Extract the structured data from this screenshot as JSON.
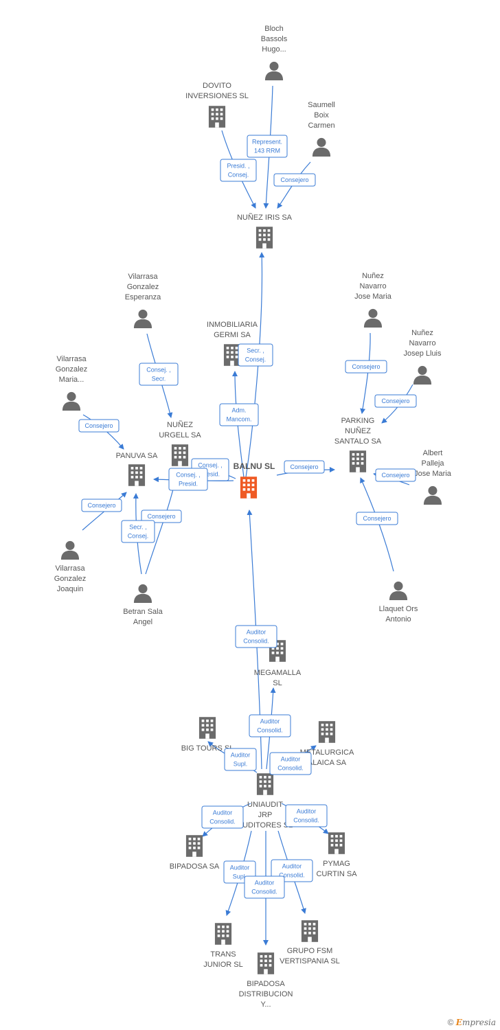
{
  "colors": {
    "node": "#6b6b6b",
    "main": "#ef5a24",
    "edge": "#3a7bd5"
  },
  "nodes": [
    {
      "id": "bloch",
      "label": [
        "Bloch",
        "Bassols",
        "Hugo..."
      ],
      "type": "person"
    },
    {
      "id": "dovito",
      "label": [
        "DOVITO",
        "INVERSIONES SL"
      ],
      "type": "company"
    },
    {
      "id": "saumell",
      "label": [
        "Saumell",
        "Boix",
        "Carmen"
      ],
      "type": "person"
    },
    {
      "id": "nunez_iris",
      "label": [
        "NUÑEZ IRIS SA"
      ],
      "type": "company"
    },
    {
      "id": "vil_esperanza",
      "label": [
        "Vilarrasa",
        "Gonzalez",
        "Esperanza"
      ],
      "type": "person"
    },
    {
      "id": "inmob_germi",
      "label": [
        "INMOBILIARIA",
        "GERMI SA"
      ],
      "type": "company"
    },
    {
      "id": "nunez_jose_maria",
      "label": [
        "Nuñez",
        "Navarro",
        "Jose Maria"
      ],
      "type": "person"
    },
    {
      "id": "nunez_josep_lluis",
      "label": [
        "Nuñez",
        "Navarro",
        "Josep Lluis"
      ],
      "type": "person"
    },
    {
      "id": "vil_maria",
      "label": [
        "Vilarrasa",
        "Gonzalez",
        "Maria..."
      ],
      "type": "person"
    },
    {
      "id": "nunez_urgell",
      "label": [
        "NUÑEZ",
        "URGELL SA"
      ],
      "type": "company"
    },
    {
      "id": "parking",
      "label": [
        "PARKING",
        "NUÑEZ",
        "SANTALO SA"
      ],
      "type": "company"
    },
    {
      "id": "panuva",
      "label": [
        "PANUVA SA"
      ],
      "type": "company"
    },
    {
      "id": "balnu",
      "label": [
        "BALNU SL"
      ],
      "type": "main"
    },
    {
      "id": "albert",
      "label": [
        "Albert",
        "Palleja",
        "Jose Maria"
      ],
      "type": "person"
    },
    {
      "id": "vil_joaquin",
      "label": [
        "Vilarrasa",
        "Gonzalez",
        "Joaquin"
      ],
      "type": "person"
    },
    {
      "id": "betran",
      "label": [
        "Betran Sala",
        "Angel"
      ],
      "type": "person"
    },
    {
      "id": "llaquet",
      "label": [
        "Llaquet Ors",
        "Antonio"
      ],
      "type": "person"
    },
    {
      "id": "megamalla",
      "label": [
        "MEGAMALLA",
        "SL"
      ],
      "type": "company"
    },
    {
      "id": "big_tours",
      "label": [
        "BIG TOURS SL"
      ],
      "type": "company"
    },
    {
      "id": "metalurgica",
      "label": [
        "METALURGICA",
        "ALAICA SA"
      ],
      "type": "company"
    },
    {
      "id": "uniaudit",
      "label": [
        "UNIAUDIT",
        "JRP",
        "AUDITORES SL"
      ],
      "type": "company"
    },
    {
      "id": "bipadosa",
      "label": [
        "BIPADOSA SA"
      ],
      "type": "company"
    },
    {
      "id": "pymag",
      "label": [
        "PYMAG",
        "CURTIN SA"
      ],
      "type": "company"
    },
    {
      "id": "trans_junior",
      "label": [
        "TRANS",
        "JUNIOR SL"
      ],
      "type": "company"
    },
    {
      "id": "grupo_fsm",
      "label": [
        "GRUPO FSM",
        "VERTISPANIA SL"
      ],
      "type": "company"
    },
    {
      "id": "bipadosa_dist",
      "label": [
        "BIPADOSA",
        "DISTRIBUCION",
        "Y..."
      ],
      "type": "company"
    }
  ],
  "edges": [
    {
      "id": "e_bloch_iris",
      "label": [
        "Represent.",
        "143 RRM"
      ]
    },
    {
      "id": "e_dovito_iris",
      "label": [
        "Presid. ,",
        "Consej."
      ]
    },
    {
      "id": "e_saumell_iris",
      "label": [
        "Consejero"
      ]
    },
    {
      "id": "e_balnu_iris",
      "label": [
        "Secr. ,",
        "Consej."
      ]
    },
    {
      "id": "e_balnu_germi",
      "label": [
        "Adm.",
        "Mancom."
      ]
    },
    {
      "id": "e_esperanza_urgell",
      "label": [
        "Consej. ,",
        "Secr."
      ]
    },
    {
      "id": "e_josemaria_parking",
      "label": [
        "Consejero"
      ]
    },
    {
      "id": "e_josepl_parking",
      "label": [
        "Consejero"
      ]
    },
    {
      "id": "e_maria_panuva",
      "label": [
        "Consejero"
      ]
    },
    {
      "id": "e_balnu_urgell",
      "label": [
        "Consej. ,",
        "Presid."
      ]
    },
    {
      "id": "e_balnu_panuva",
      "label": [
        "Consej. ,",
        "Presid."
      ]
    },
    {
      "id": "e_balnu_parking",
      "label": [
        "Consejero"
      ]
    },
    {
      "id": "e_albert_parking",
      "label": [
        "Consejero"
      ]
    },
    {
      "id": "e_joaquin_panuva",
      "label": [
        "Consejero"
      ]
    },
    {
      "id": "e_betran_urgell",
      "label": [
        "Consejero"
      ]
    },
    {
      "id": "e_betran_panuva",
      "label": [
        "Secr. ,",
        "Consej."
      ]
    },
    {
      "id": "e_llaquet_parking",
      "label": [
        "Consejero"
      ]
    },
    {
      "id": "e_uniaudit_balnu",
      "label": [
        "Auditor",
        "Consolid."
      ]
    },
    {
      "id": "e_uniaudit_megamalla",
      "label": [
        "Auditor",
        "Consolid."
      ]
    },
    {
      "id": "e_uniaudit_bigtours",
      "label": [
        "Auditor",
        "Supl."
      ]
    },
    {
      "id": "e_uniaudit_metalurgica",
      "label": [
        "Auditor",
        "Consolid."
      ]
    },
    {
      "id": "e_uniaudit_bipadosa",
      "label": [
        "Auditor",
        "Consolid."
      ]
    },
    {
      "id": "e_uniaudit_pymag",
      "label": [
        "Auditor",
        "Consolid."
      ]
    },
    {
      "id": "e_uniaudit_trans",
      "label": [
        "Auditor",
        "Supl."
      ]
    },
    {
      "id": "e_uniaudit_grupo",
      "label": [
        "Auditor",
        "Consolid."
      ]
    },
    {
      "id": "e_uniaudit_bipdist",
      "label": [
        "Auditor",
        "Consolid."
      ]
    }
  ],
  "footer": {
    "copyright": "©",
    "brand_initial": "E",
    "brand_rest": "mpresia"
  }
}
